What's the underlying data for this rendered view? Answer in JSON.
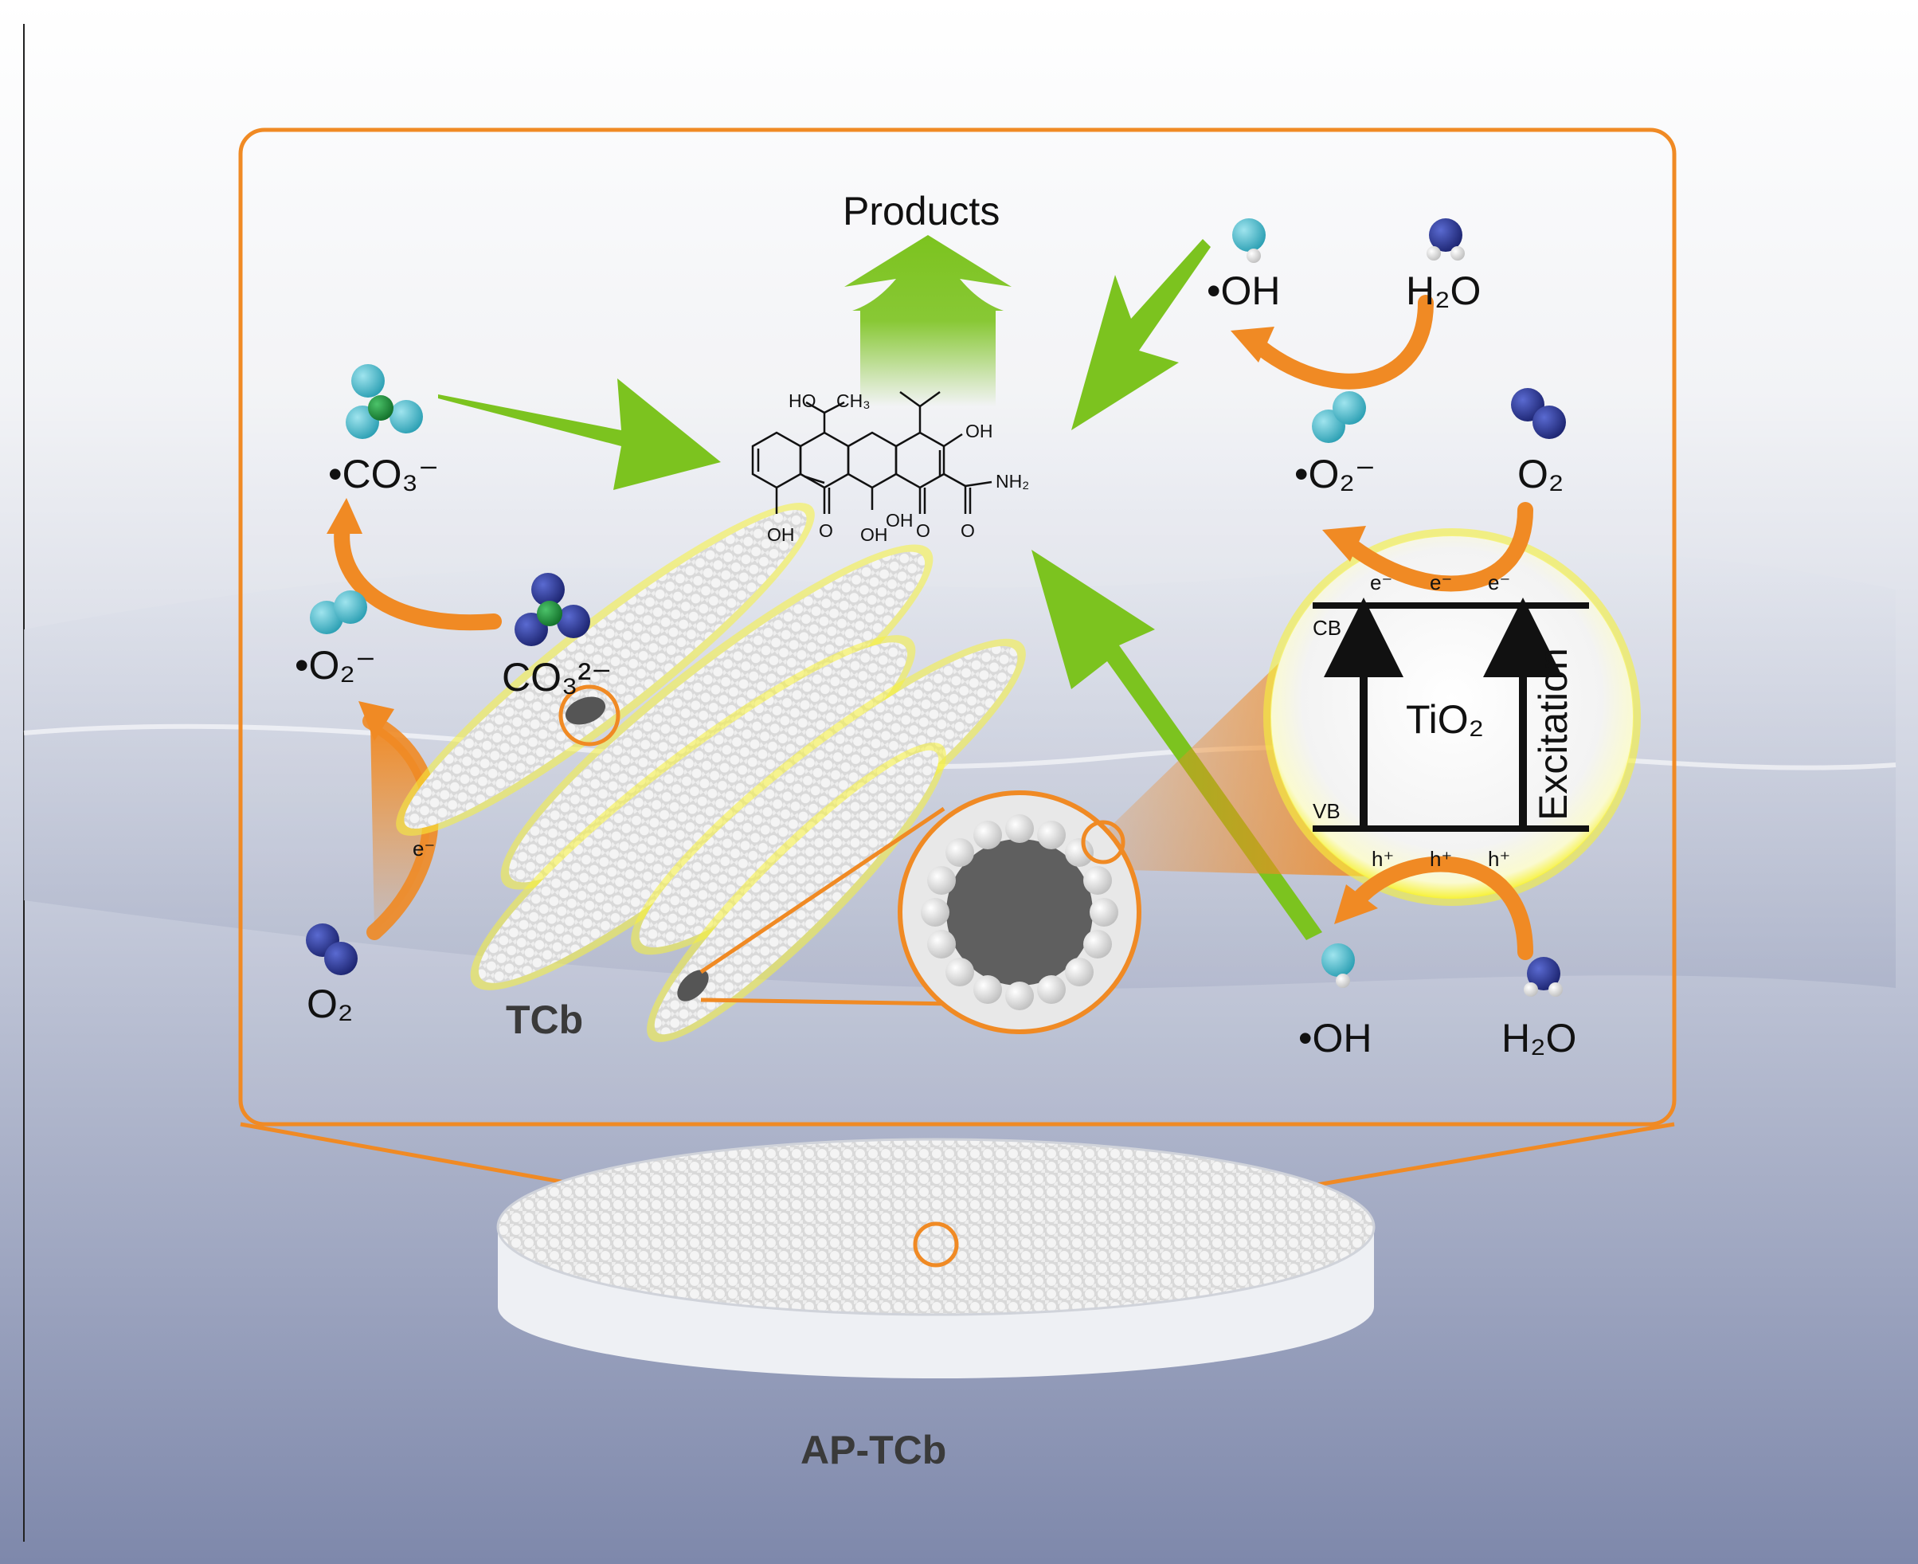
{
  "colors": {
    "frame_orange": "#f08a24",
    "arrow_green": "#7cc31f",
    "background_top": "#ffffff",
    "background_bottom": "#7e88ab",
    "atom_cyan": "#3fb3c6",
    "atom_blue": "#23307a",
    "atom_green": "#1a8b36",
    "glow_yellow": "#f7f23a"
  },
  "labels": {
    "products": "Products",
    "tcb": "TCb",
    "ap_tcb": "AP-TCb",
    "tio2": "TiO₂",
    "excitation": "Excitation",
    "cb": "CB",
    "vb": "VB"
  },
  "left_cycle": {
    "co3_radical": "•CO₃⁻",
    "o2_radical": "•O₂⁻",
    "co3_ion": "CO₃²⁻",
    "o2": "O₂",
    "electron": "e⁻"
  },
  "right_cycle": {
    "oh_top": "•OH",
    "h2o_top": "H₂O",
    "o2_radical": "•O₂⁻",
    "o2": "O₂",
    "electrons": [
      "e⁻",
      "e⁻",
      "e⁻"
    ],
    "holes": [
      "h⁺",
      "h⁺",
      "h⁺"
    ],
    "oh_bottom": "•OH",
    "h2o_bottom": "H₂O"
  },
  "molecule": {
    "ho": "HO",
    "ch3": "CH₃",
    "oh_right": "OH",
    "nh2": "NH₂",
    "oh_1": "OH",
    "o_1": "O",
    "oh_2": "OH",
    "oh_3": "OH",
    "o_2": "O",
    "o_3": "O"
  },
  "icons": [
    "arrow-up-icon",
    "arrow-right-icon",
    "arrow-left-down-icon",
    "arrow-up-left-icon"
  ]
}
